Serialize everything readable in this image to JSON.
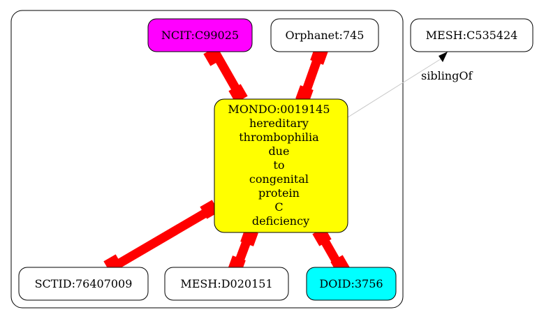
{
  "colors": {
    "node_border": "#000000",
    "default_fill": "#ffffff",
    "edge_thick": "#ff0000",
    "edge_thin": "#c8c8c8",
    "arrow_head": "#000000"
  },
  "nodes": {
    "center": {
      "lines": [
        "MONDO:0019145",
        "hereditary",
        "thrombophilia",
        "due",
        "to",
        "congenital",
        "protein",
        "C",
        "deficiency"
      ],
      "fill": "#ffff00"
    },
    "ncit": {
      "label": "NCIT:C99025",
      "fill": "#ff00ff"
    },
    "orphanet": {
      "label": "Orphanet:745",
      "fill": "#ffffff"
    },
    "mesh_c": {
      "label": "MESH:C535424",
      "fill": "#ffffff"
    },
    "sctid": {
      "label": "SCTID:76407009",
      "fill": "#ffffff"
    },
    "mesh_d": {
      "label": "MESH:D020151",
      "fill": "#ffffff"
    },
    "doid": {
      "label": "DOID:3756",
      "fill": "#00ffff"
    }
  },
  "edges": {
    "sibling_label": "siblingOf"
  }
}
